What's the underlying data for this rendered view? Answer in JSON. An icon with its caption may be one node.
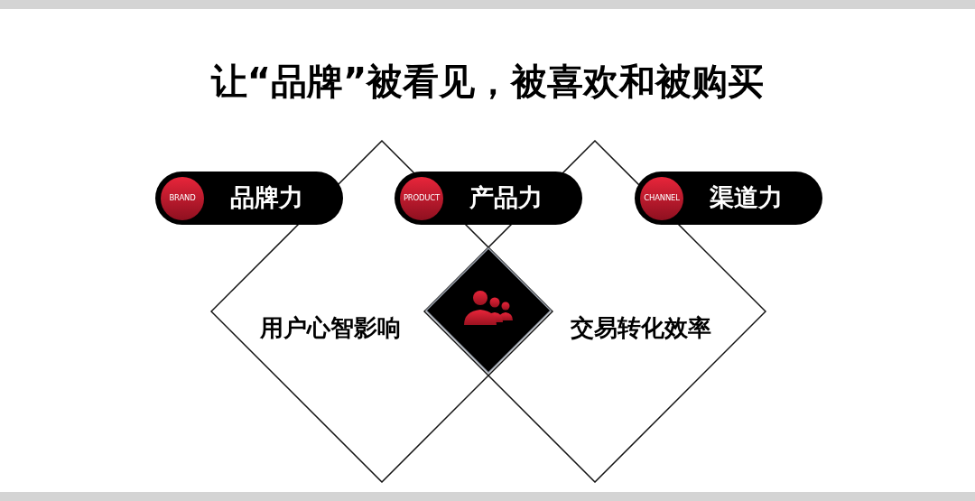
{
  "diagram": {
    "title": "让“品牌”被看见，被喜欢和被购买",
    "nodes": [
      {
        "text": [
          "用户心智影响"
        ]
      },
      {
        "text": [
          "交易转化效率"
        ]
      },
      {
        "text": [],
        "shape": "diamond"
      },
      {
        "text": [
          "BRAND",
          "品牌力"
        ]
      },
      {
        "text": [
          "PRODUCT",
          "产品力"
        ]
      },
      {
        "text": [
          "CHANNEL",
          "渠道力"
        ]
      }
    ]
  }
}
